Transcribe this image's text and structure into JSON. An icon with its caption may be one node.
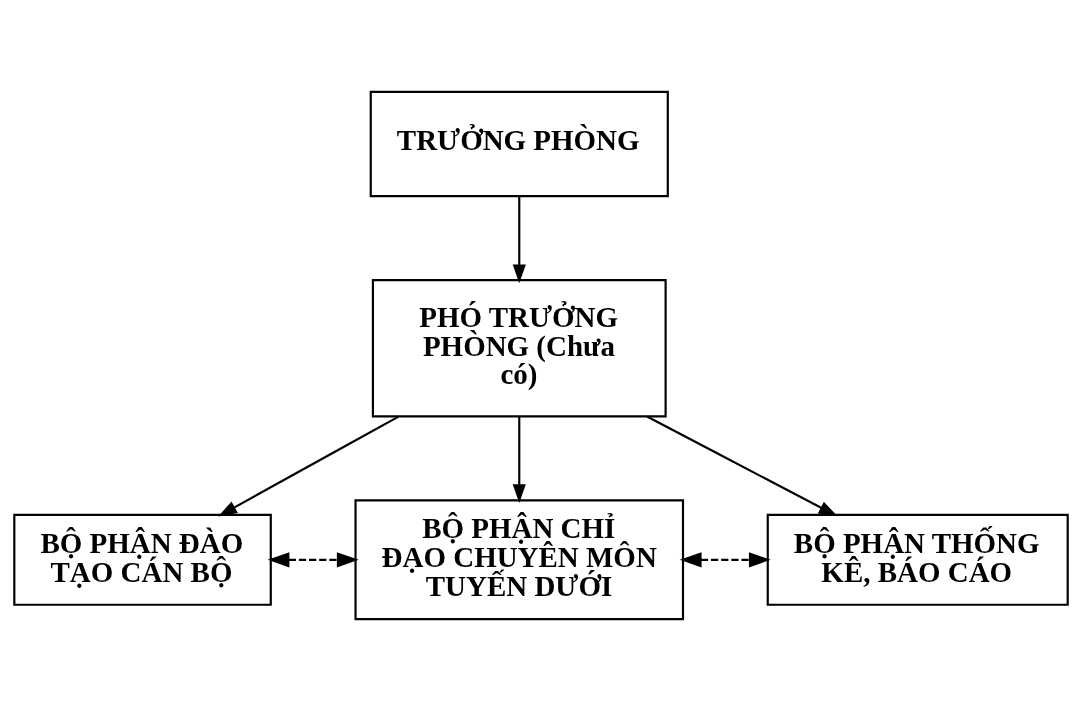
{
  "diagram": {
    "nodes": [
      {
        "text": [
          "TRƯỞNG PHÒNG"
        ]
      },
      {
        "text": [
          "PHÓ TRƯỞNG PHÒNG (Chưa có)"
        ]
      },
      {
        "text": [
          "BỘ PHẬN ĐÀO TẠO CÁN BỘ"
        ]
      },
      {
        "text": [
          "BỘ PHẬN CHỈ ĐẠO CHUYÊN MÔN TUYẾN DƯỚI"
        ]
      },
      {
        "text": [
          "BỘ PHẬN THỐNG KÊ, BÁO CÁO"
        ]
      }
    ],
    "edges": [
      {
        "from": 0,
        "to": 1,
        "arrow": "to"
      },
      {
        "from": 1,
        "to": 2,
        "arrow": "to"
      },
      {
        "from": 1,
        "to": 3,
        "arrow": "to"
      },
      {
        "from": 1,
        "to": 4,
        "arrow": "to"
      },
      {
        "from": 2,
        "to": 3,
        "arrow": "both",
        "style": "dashed"
      },
      {
        "from": 3,
        "to": 4,
        "arrow": "both",
        "style": "dashed"
      }
    ]
  }
}
